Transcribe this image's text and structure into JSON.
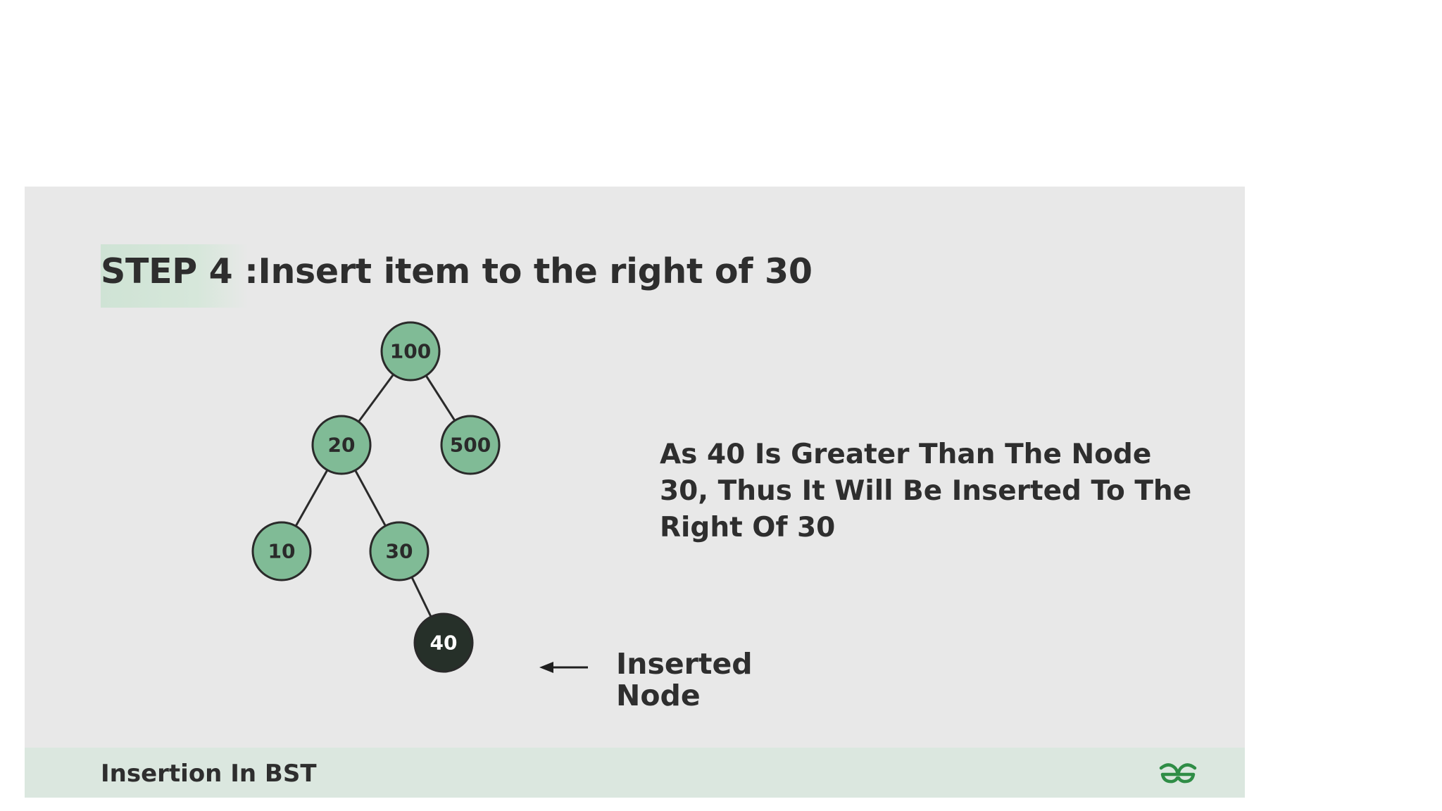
{
  "slide": {
    "title": "STEP 4 :Insert item to the right of 30",
    "description": "As 40 Is Greater Than The Node 30, Thus It Will Be Inserted To The Right Of 30",
    "inserted_label": "Inserted Node",
    "footer_title": "Insertion In BST",
    "logo": "geeksforgeeks-logo-icon"
  },
  "tree": {
    "nodes": [
      {
        "id": "n100",
        "label": "100",
        "inserted": false
      },
      {
        "id": "n20",
        "label": "20",
        "inserted": false
      },
      {
        "id": "n500",
        "label": "500",
        "inserted": false
      },
      {
        "id": "n10",
        "label": "10",
        "inserted": false
      },
      {
        "id": "n30",
        "label": "30",
        "inserted": false
      },
      {
        "id": "n40",
        "label": "40",
        "inserted": true
      }
    ],
    "edges": [
      [
        "n100",
        "n20"
      ],
      [
        "n100",
        "n500"
      ],
      [
        "n20",
        "n10"
      ],
      [
        "n20",
        "n30"
      ],
      [
        "n30",
        "n40"
      ]
    ]
  },
  "colors": {
    "slide_background": "#e8e8e8",
    "node_fill": "#80bb96",
    "node_stroke": "#2a2a2a",
    "inserted_node_fill": "#263029",
    "footer_background": "#dbe7df",
    "title_highlight": "#cfe3d5",
    "logo_green": "#2f8d46"
  }
}
